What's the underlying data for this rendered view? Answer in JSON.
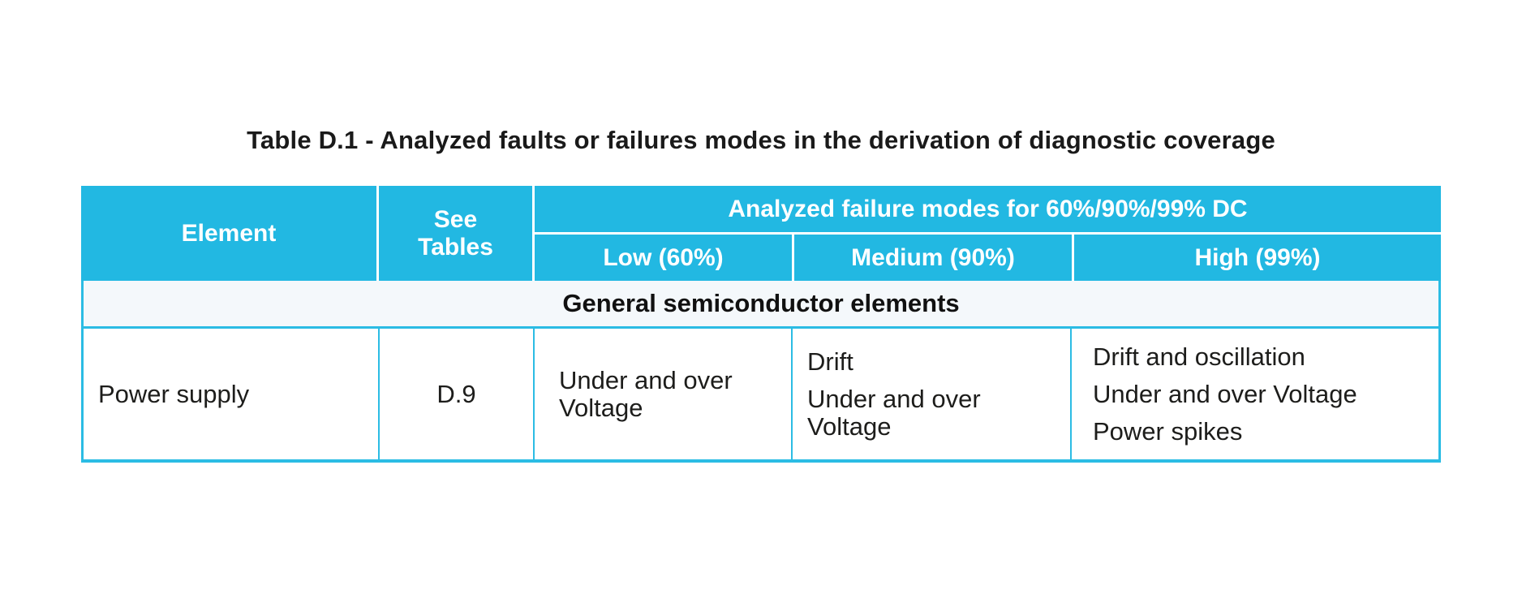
{
  "title": "Table D.1 - Analyzed faults or failures modes in the derivation of diagnostic coverage",
  "colors": {
    "header_bg": "#22b8e2",
    "header_text": "#ffffff",
    "border": "#2bbce4",
    "section_row_bg": "#f4f8fb",
    "body_text": "#1d1d1b"
  },
  "table": {
    "header": {
      "element": "Element",
      "see_tables": "See\nTables",
      "failure_modes_group": "Analyzed failure modes for 60%/90%/99% DC",
      "low": "Low (60%)",
      "medium": "Medium (90%)",
      "high": "High (99%)"
    },
    "section_row": "General semiconductor elements",
    "body_row": {
      "element": "Power supply",
      "see_tables": "D.9",
      "low": {
        "p1": "Under and over\nVoltage"
      },
      "medium": {
        "p1": "Drift",
        "p2": "Under and over\nVoltage"
      },
      "high": {
        "p1": "Drift and oscillation",
        "p2": "Under and over Voltage",
        "p3": "Power spikes"
      }
    }
  }
}
